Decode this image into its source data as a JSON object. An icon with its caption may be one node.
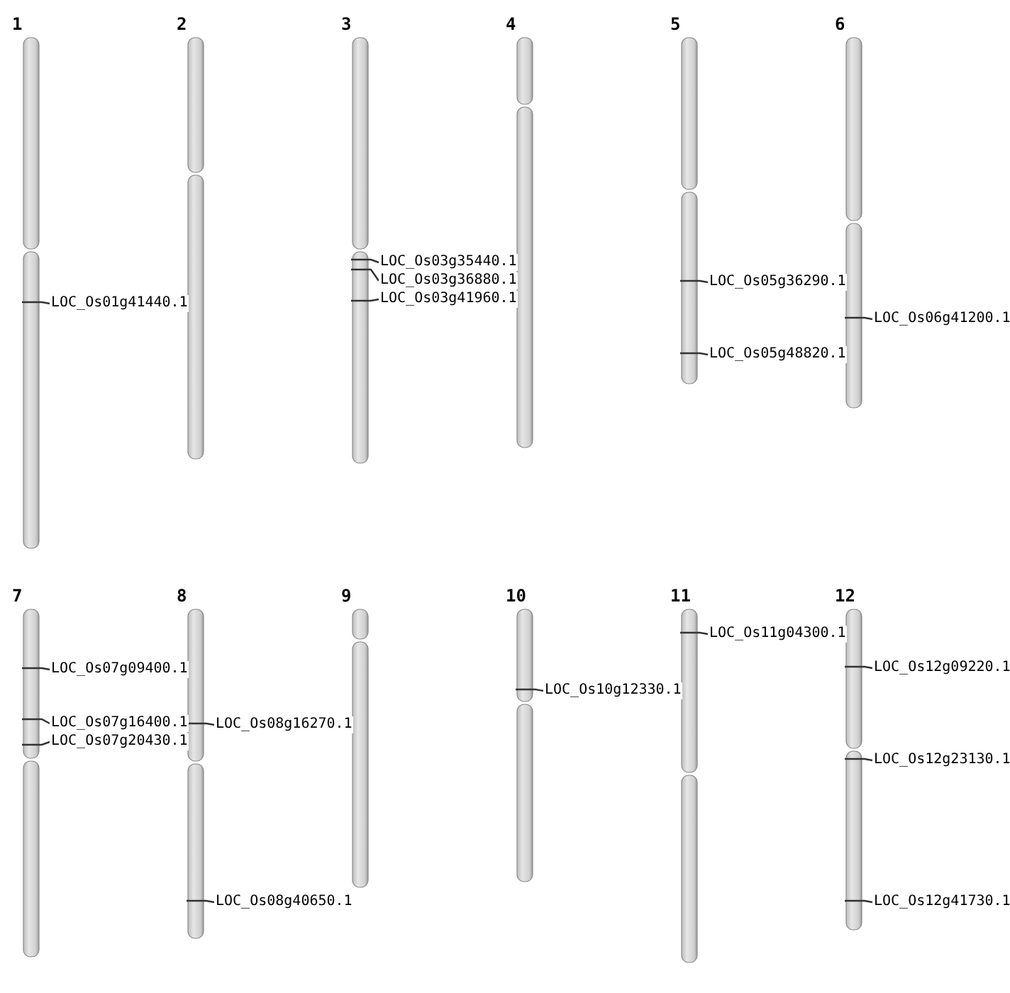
{
  "diagram": {
    "nodes": [
      {
        "text": [
          "1"
        ]
      },
      {
        "text": [
          "2"
        ]
      },
      {
        "text": [
          "3"
        ]
      },
      {
        "text": [
          "4"
        ]
      },
      {
        "text": [
          "5"
        ]
      },
      {
        "text": [
          "6"
        ]
      },
      {
        "text": [
          "7"
        ]
      },
      {
        "text": [
          "8"
        ]
      },
      {
        "text": [
          "9"
        ]
      },
      {
        "text": [
          "10"
        ]
      },
      {
        "text": [
          "11"
        ]
      },
      {
        "text": [
          "12"
        ]
      },
      {
        "text": [
          "LOC_Os01g41440.1"
        ]
      },
      {
        "text": [
          "LOC_Os03g35440.1"
        ]
      },
      {
        "text": [
          "LOC_Os03g36880.1"
        ]
      },
      {
        "text": [
          "LOC_Os03g41960.1"
        ]
      },
      {
        "text": [
          "LOC_Os05g36290.1"
        ]
      },
      {
        "text": [
          "LOC_Os05g48820.1"
        ]
      },
      {
        "text": [
          "LOC_Os06g41200.1"
        ]
      },
      {
        "text": [
          "LOC_Os07g09400.1"
        ]
      },
      {
        "text": [
          "LOC_Os07g16400.1"
        ]
      },
      {
        "text": [
          "LOC_Os07g20430.1"
        ]
      },
      {
        "text": [
          "LOC_Os08g16270.1"
        ]
      },
      {
        "text": [
          "LOC_Os08g40650.1"
        ]
      },
      {
        "text": [
          "LOC_Os10g12330.1"
        ]
      },
      {
        "text": [
          "LOC_Os11g04300.1"
        ]
      },
      {
        "text": [
          "LOC_Os12g09220.1"
        ]
      },
      {
        "text": [
          "LOC_Os12g23130.1"
        ]
      },
      {
        "text": [
          "LOC_Os12g41730.1"
        ]
      }
    ],
    "edges": [
      {
        "from": 12,
        "to": 0,
        "arrow": "none"
      },
      {
        "from": 13,
        "to": 2,
        "arrow": "none"
      },
      {
        "from": 14,
        "to": 2,
        "arrow": "none"
      },
      {
        "from": 15,
        "to": 2,
        "arrow": "none"
      },
      {
        "from": 16,
        "to": 4,
        "arrow": "none"
      },
      {
        "from": 17,
        "to": 4,
        "arrow": "none"
      },
      {
        "from": 18,
        "to": 5,
        "arrow": "none"
      },
      {
        "from": 19,
        "to": 6,
        "arrow": "none"
      },
      {
        "from": 20,
        "to": 6,
        "arrow": "none"
      },
      {
        "from": 21,
        "to": 6,
        "arrow": "none"
      },
      {
        "from": 22,
        "to": 7,
        "arrow": "none"
      },
      {
        "from": 23,
        "to": 7,
        "arrow": "none"
      },
      {
        "from": 24,
        "to": 9,
        "arrow": "none"
      },
      {
        "from": 25,
        "to": 10,
        "arrow": "none"
      },
      {
        "from": 26,
        "to": 11,
        "arrow": "none"
      },
      {
        "from": 27,
        "to": 11,
        "arrow": "none"
      },
      {
        "from": 28,
        "to": 11,
        "arrow": "none"
      }
    ]
  }
}
